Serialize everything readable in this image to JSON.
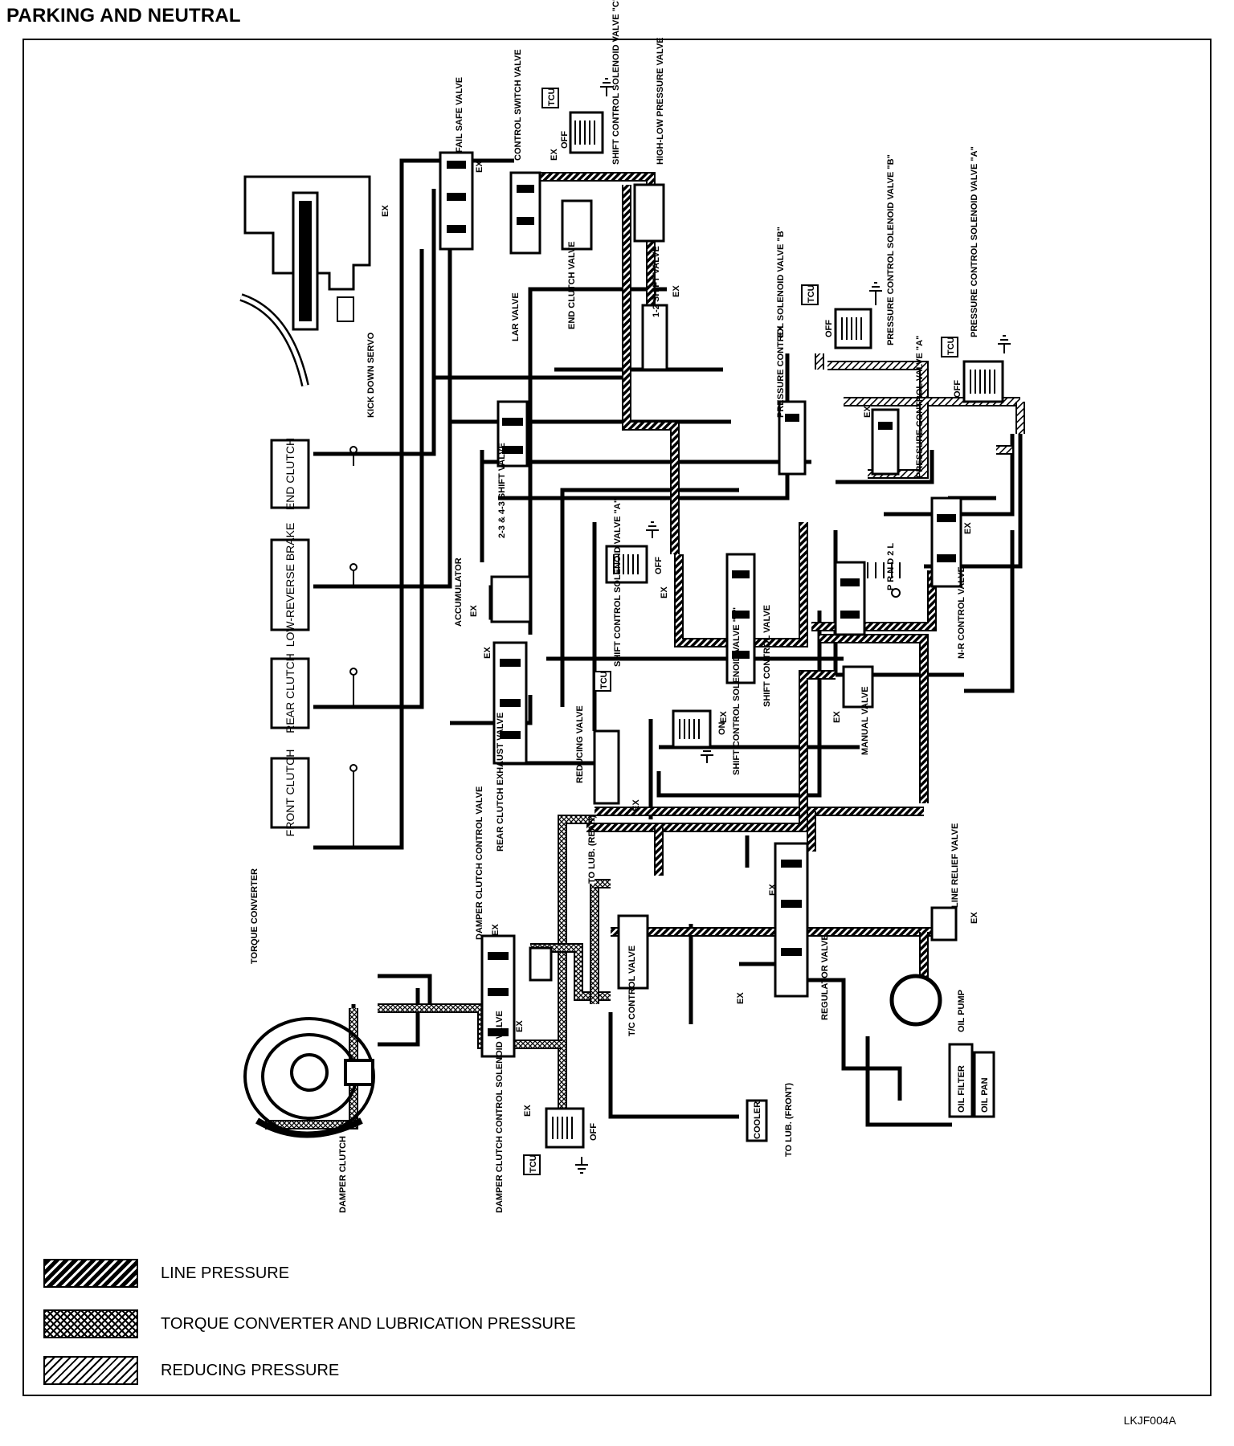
{
  "title": "PARKING AND NEUTRAL",
  "figure_code": "LKJF004A",
  "legend": [
    {
      "label": "LINE PRESSURE",
      "pattern": "line"
    },
    {
      "label": "TORQUE CONVERTER AND LUBRICATION PRESSURE",
      "pattern": "torque"
    },
    {
      "label": "REDUCING PRESSURE",
      "pattern": "reduce"
    }
  ],
  "clutch_boxes": {
    "end": "END CLUTCH",
    "low_reverse": "LOW-REVERSE BRAKE",
    "rear": "REAR CLUTCH",
    "front": "FRONT CLUTCH"
  },
  "labels": {
    "kickdown": "KICK DOWN SERVO",
    "fail_safe": "FAIL SAFE VALVE",
    "control_switch": "CONTROL SWITCH VALVE",
    "shift_sol_c": "SHIFT CONTROL SOLENOID VALVE \"C\"",
    "high_low": "HIGH-LOW PRESSURE VALVE",
    "shift_12": "1-2 SHIFT VALVE",
    "end_clutch_valve": "END CLUTCH VALVE",
    "pcs_b_long": "PRESSURE CONTROL SOLENOID VALVE \"B\"",
    "pcs_b": "PRESSURE CONTROL SOLENOID VALVE \"B\"",
    "pcs_a": "PRESSURE CONTROL SOLENOID VALVE \"A\"",
    "pcv_a": "PRESSURE CONTROL VALVE \"A\"",
    "shift_23": "2-3 & 4-3 SHIFT VALVE",
    "accumulator": "ACCUMULATOR",
    "shift_sol_a": "SHIFT CONTROL SOLENOID VALVE \"A\"",
    "shift_control": "SHIFT CONTROL VALVE",
    "shift_sol_b": "SHIFT CONTROL SOLENOID VALVE \"B\"",
    "nr_control": "N-R CONTROL VALVE",
    "manual": "MANUAL VALVE",
    "reducing": "REDUCING VALVE",
    "rear_exhaust": "REAR CLUTCH EXHAUST VALVE",
    "to_lub_rear": "TO LUB. (REAR)",
    "damper_control": "DAMPER CLUTCH CONTROL VALVE",
    "tc_control": "T/C CONTROL VALVE",
    "regulator": "REGULATOR VALVE",
    "line_relief": "LINE RELIEF VALVE",
    "oil_pump": "OIL PUMP",
    "oil_filter": "OIL FILTER",
    "oil_pan": "OIL PAN",
    "torque_converter": "TORQUE CONVERTER",
    "damper_clutch": "DAMPER CLUTCH",
    "damper_sol": "DAMPER CLUTCH CONTROL SOLENOID VALVE",
    "cooler": "COOLER",
    "to_lub_front": "TO LUB. (FRONT)",
    "prnd": "P R N D 2 L",
    "tcu": "TCU",
    "ex": "EX",
    "off": "OFF",
    "on": "ON",
    "lar": "LAR VALVE"
  }
}
